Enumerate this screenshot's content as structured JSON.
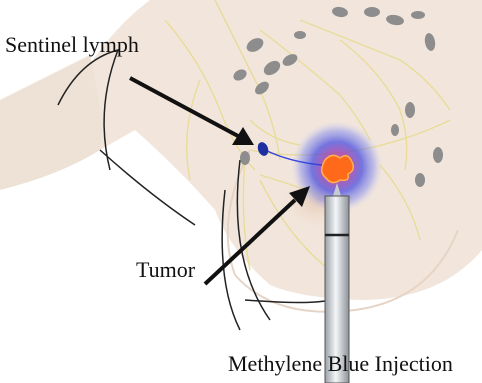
{
  "labels": {
    "sentinel": "Sentinel lymph",
    "tumor": "Tumor",
    "injection": "Methylene Blue Injection"
  },
  "colors": {
    "skin": "#f2e6dc",
    "vessel": "#e8dc9a",
    "node": "#8d8d8d",
    "sentinel_node": "#1e2fa0",
    "dye_glow": "#3344dd",
    "tumor": "#ff6a1a",
    "arrow": "#111111"
  }
}
